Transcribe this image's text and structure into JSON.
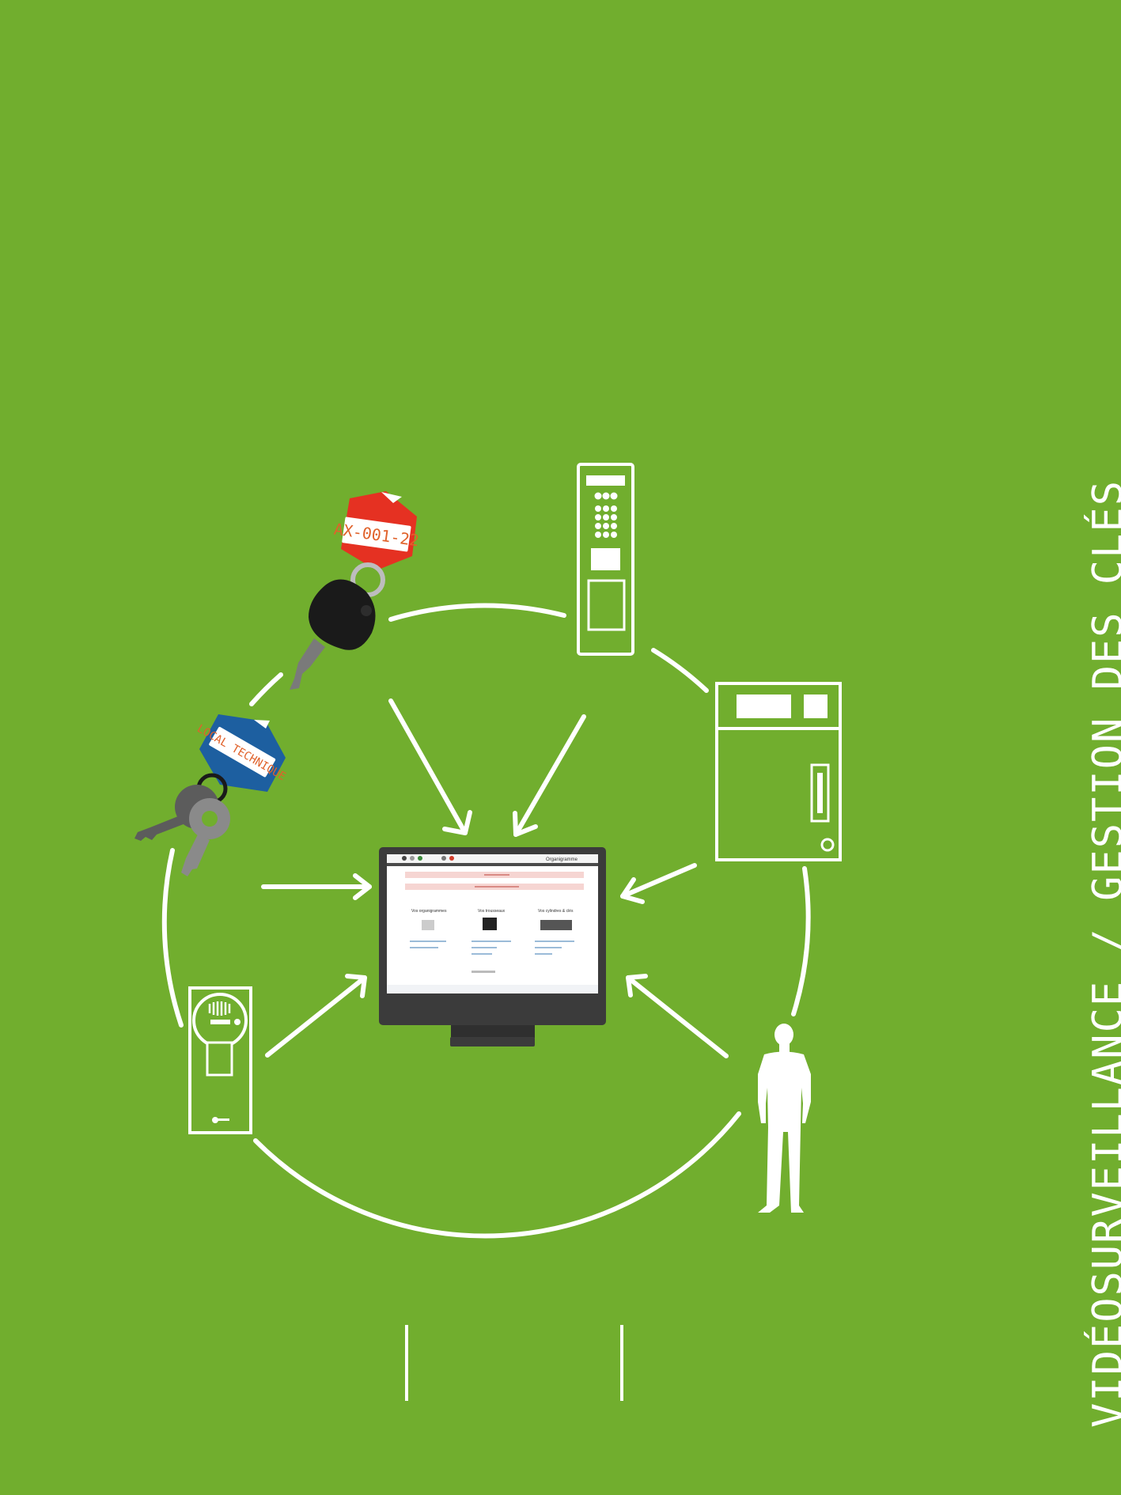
{
  "diagram": {
    "title": "VIDÉOSURVEILLANCE / GESTION DES CLÉS",
    "key_tags": {
      "red": "AX-001-22",
      "blue": "LOCAL TECHNIQUE"
    },
    "screen": {
      "brand": "Organigramme",
      "columns": [
        "Vos organigrammes",
        "Vos trousseaux",
        "Vos cylindres & clés"
      ]
    },
    "colors": {
      "background": "#71AE2E",
      "lines": "#FFFFFF",
      "red_tag": "#E53122",
      "blue_tag": "#1D5FA0",
      "monitor": "#3B3B3B"
    },
    "icons": [
      "car-key-icon",
      "key-bunch-icon",
      "door-intercom-icon",
      "key-cabinet-icon",
      "lock-cylinder-icon",
      "person-icon",
      "monitor-icon"
    ]
  }
}
